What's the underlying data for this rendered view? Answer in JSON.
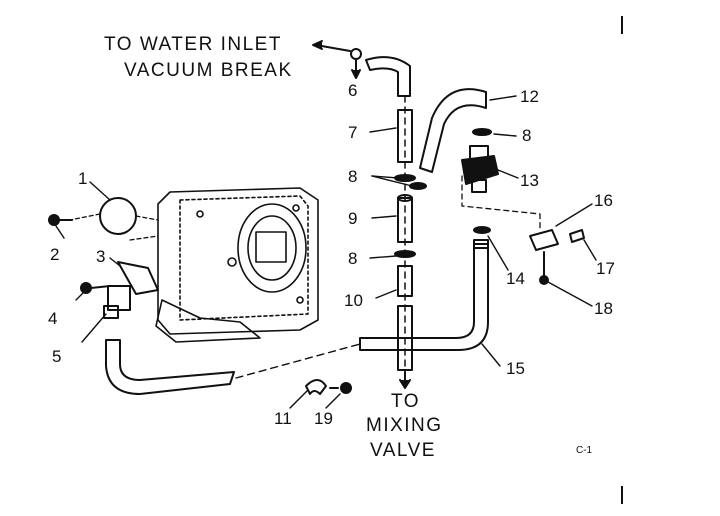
{
  "callouts": {
    "inlet_line1": "TO WATER INLET",
    "inlet_line2": "VACUUM BREAK",
    "mixing_to": "TO",
    "mixing_line1": "MIXING",
    "mixing_line2": "VALVE"
  },
  "part_numbers": {
    "p1": "1",
    "p2": "2",
    "p3": "3",
    "p4": "4",
    "p5": "5",
    "p6": "6",
    "p7": "7",
    "p8a": "8",
    "p8b": "8",
    "p8c": "8",
    "p9": "9",
    "p10": "10",
    "p11": "11",
    "p12": "12",
    "p13": "13",
    "p14": "14",
    "p15": "15",
    "p16": "16",
    "p17": "17",
    "p18": "18",
    "p19": "19"
  },
  "figure_code": "C-1",
  "colors": {
    "ink": "#111111",
    "paper": "#ffffff"
  }
}
